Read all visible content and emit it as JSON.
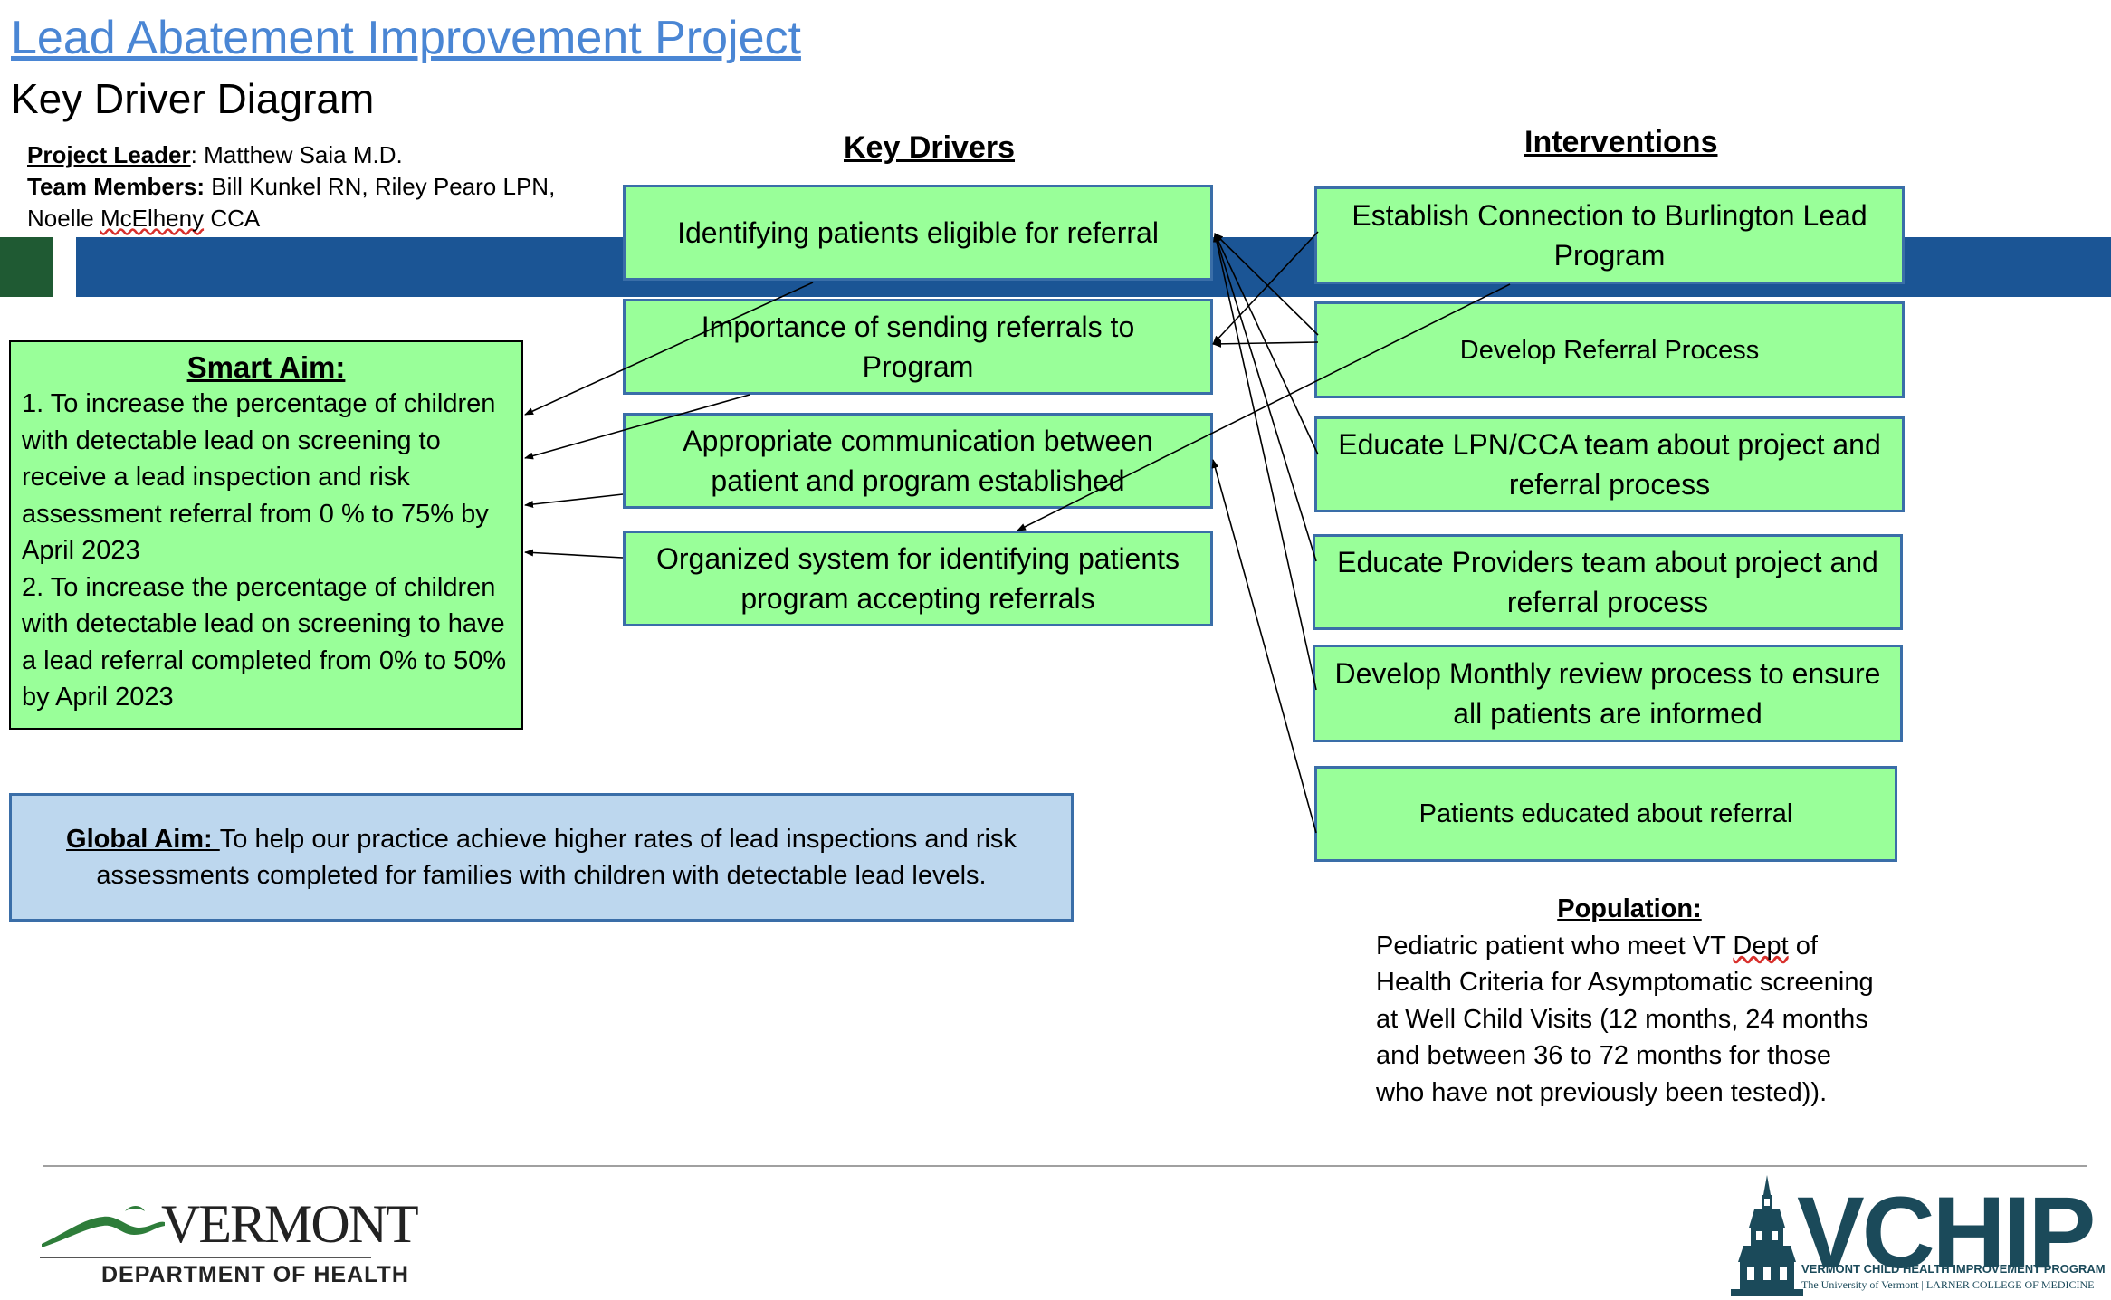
{
  "header": {
    "title": "Lead Abatement Improvement Project",
    "subtitle": "Key Driver Diagram"
  },
  "team": {
    "leader_label": "Project Leader",
    "leader_value": ": Matthew Saia M.D.",
    "members_label": "Team Members:",
    "members_value_1": " Bill Kunkel RN, Riley Pearo LPN,",
    "members_value_2a": "Noelle ",
    "members_value_2b": "McElheny",
    "members_value_2c": " CCA"
  },
  "columns": {
    "key_drivers_heading": "Key Drivers",
    "interventions_heading": "Interventions"
  },
  "key_drivers": [
    "Identifying patients eligible for referral",
    "Importance of sending referrals to Program",
    "Appropriate communication between patient and program established",
    "Organized system for identifying patients program accepting referrals"
  ],
  "interventions": [
    "Establish Connection to Burlington Lead Program",
    "Develop Referral Process",
    "Educate LPN/CCA team about project and referral process",
    "Educate Providers team about project and referral process",
    "Develop Monthly review process to ensure all patients are informed",
    "Patients educated about referral"
  ],
  "smart_aim": {
    "heading": "Smart Aim:",
    "item1": "1. To increase the percentage of children with detectable lead on screening to receive a lead inspection and risk assessment referral from 0 % to 75% by April 2023",
    "item2": "2. To increase the percentage of children with detectable lead on screening to have a lead referral completed from 0% to 50% by April 2023"
  },
  "global_aim": {
    "label": "Global Aim: ",
    "text": "To help our practice achieve higher rates of lead inspections and risk assessments completed for families with children with detectable lead levels."
  },
  "population": {
    "heading": "Population:",
    "text_a": "Pediatric patient who meet VT ",
    "text_b": "Dept",
    "text_c": " of Health Criteria for Asymptomatic screening at Well Child Visits (12 months, 24 months and between 36 to 72 months for those who have not previously been tested))."
  },
  "logos": {
    "vdh_name": "VERMONT",
    "vdh_dept": "DEPARTMENT OF HEALTH",
    "vchip_name": "VCHIP",
    "vchip_line1": "VERMONT CHILD HEALTH IMPROVEMENT PROGRAM",
    "vchip_line2": "The University of Vermont | LARNER COLLEGE OF MEDICINE"
  },
  "colors": {
    "box_fill": "#99ff99",
    "box_border": "#3a6ea8",
    "band_blue": "#1b5595",
    "band_green": "#1f5a33",
    "global_aim_fill": "#bdd7ee",
    "title_link": "#4a86d4"
  }
}
